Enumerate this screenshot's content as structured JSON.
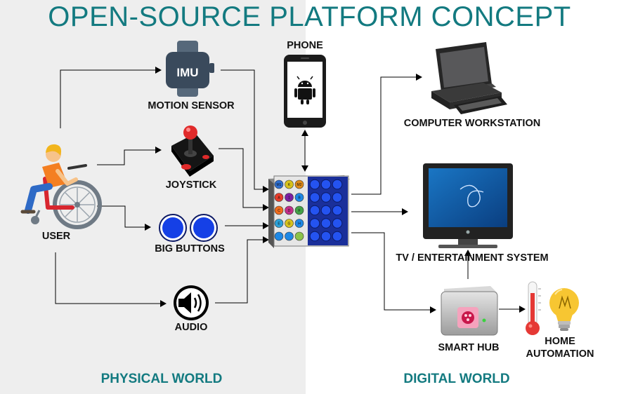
{
  "title": "OPEN-SOURCE PLATFORM CONCEPT",
  "regions": {
    "physical": "PHYSICAL WORLD",
    "digital": "DIGITAL WORLD"
  },
  "nodes": {
    "user": "USER",
    "motion_sensor": "MOTION SENSOR",
    "imu_text": "IMU",
    "joystick": "JOYSTICK",
    "big_buttons": "BIG BUTTONS",
    "audio": "AUDIO",
    "phone": "PHONE",
    "computer": "COMPUTER WORKSTATION",
    "tv": "TV / ENTERTAINMENT SYSTEM",
    "smart_hub": "SMART HUB",
    "home_automation_line1": "HOME",
    "home_automation_line2": "AUTOMATION"
  },
  "controller_keys": [
    "M1",
    "K",
    "M2",
    "A",
    "1",
    "B",
    "C",
    "D",
    "F",
    "E",
    "G",
    "H"
  ],
  "colors": {
    "title": "#137a80",
    "physical_bg": "#eeeeee",
    "digital_bg": "#ffffff",
    "arrow": "#000000",
    "button_blue": "#1540e6",
    "watch": "#3a4a5c"
  }
}
